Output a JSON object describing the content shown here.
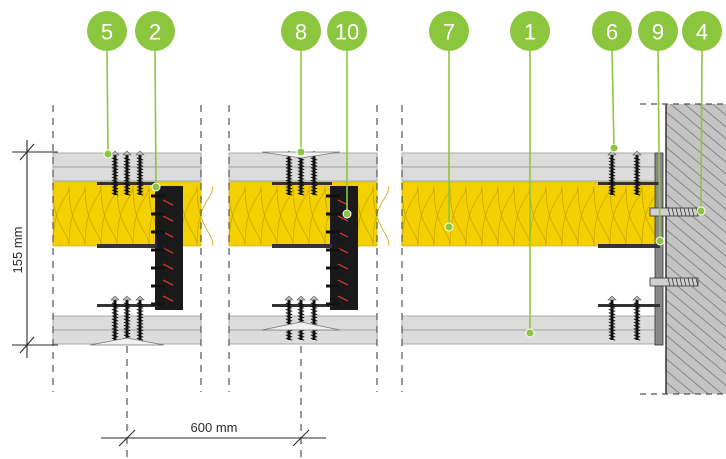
{
  "colors": {
    "accent": "#8cc63f",
    "insulation": "#f5d000",
    "insulation_wave": "#c9a800",
    "board": "#dcdcdc",
    "board_edge": "#9a9a9a",
    "profile": "#1a1a1a",
    "wall": "#bdbdbd",
    "dashed": "#555555"
  },
  "callouts": [
    {
      "id": "callout-5",
      "label": "5"
    },
    {
      "id": "callout-2",
      "label": "2"
    },
    {
      "id": "callout-8",
      "label": "8"
    },
    {
      "id": "callout-10",
      "label": "10"
    },
    {
      "id": "callout-7",
      "label": "7"
    },
    {
      "id": "callout-1",
      "label": "1"
    },
    {
      "id": "callout-6",
      "label": "6"
    },
    {
      "id": "callout-9",
      "label": "9"
    },
    {
      "id": "callout-4",
      "label": "4"
    }
  ],
  "dimensions": {
    "height_label": "155 mm",
    "spacing_label": "600 mm"
  }
}
